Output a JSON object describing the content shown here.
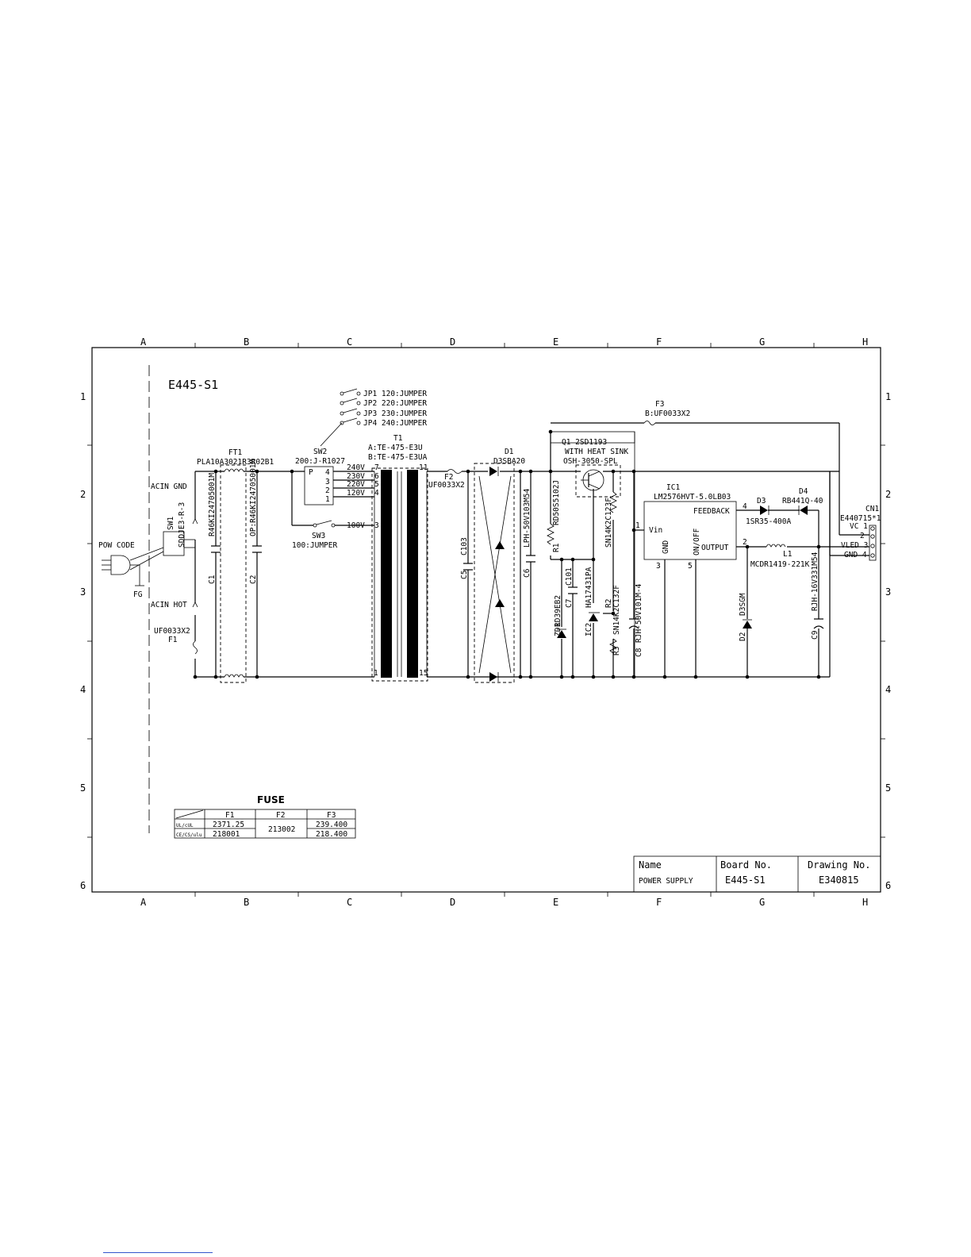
{
  "grid": {
    "columns": [
      "A",
      "B",
      "C",
      "D",
      "E",
      "F",
      "G",
      "H"
    ],
    "rows": [
      "1",
      "2",
      "3",
      "4",
      "5",
      "6"
    ]
  },
  "board_title": "E445-S1",
  "jumpers": [
    "JP1  120:JUMPER",
    "JP2  220:JUMPER",
    "JP3  230:JUMPER",
    "JP4  240:JUMPER"
  ],
  "components": {
    "f3_ref": "F3",
    "f3_val": "B:UF0033X2",
    "q1_ref": "Q1  2SD1193",
    "q1_note1": "WITH HEAT SINK",
    "q1_note2": "OSH-3050-SPL",
    "t1_ref": "T1",
    "t1_a": "A:TE-475-E3U",
    "t1_b": "B:TE-475-E3UA",
    "d1_ref": "D1",
    "d1_val": "D3SBA20",
    "sw2_ref": "SW2",
    "sw2_val": "200:J-R1027",
    "ft1_ref": "FT1",
    "ft1_val": "PLA10A3021R3R02B1",
    "acin_gnd": "ACIN GND",
    "acin_hot": "ACIN HOT",
    "sw1_ref": "SW1",
    "sw1_val": "SDDJE3-R-3",
    "pow_code": "POW CODE",
    "fg": "FG",
    "f1_val": "UF0033X2",
    "f1_ref": "F1",
    "c1_ref": "C1",
    "c1_val": "R46KI24705001M",
    "c2_ref": "C2",
    "c2_val": "OP:R46KI24705001M",
    "f2_ref": "F2",
    "f2_val": "UF0033X2",
    "sw3_ref": "SW3",
    "sw3_val": "100:JUMPER",
    "c103": "C103",
    "c5": "C5",
    "c6": "C6",
    "c6_val": "LPH-50V103M54",
    "r1": "R1",
    "r1_val": "RD50S5102J",
    "c101": "C101",
    "c7": "C7",
    "zd1": "ZD1",
    "zd1_val": "RD39EB2",
    "ic2": "IC2",
    "ic2_val": "HA17431PA",
    "r2": "R2",
    "r2_val": "SN14K2C123F",
    "r3": "R3",
    "r3_val": "SN14K2C132F",
    "c8": "C8",
    "c8_val": "RJH-50V101M-4",
    "ic1_ref": "IC1",
    "ic1_val": "LM2576HVT-5.0LB03",
    "ic1_vin": "Vin",
    "ic1_gnd": "GND",
    "ic1_onoff": "ON/OFF",
    "ic1_feedback": "FEEDBACK",
    "ic1_output": "OUTPUT",
    "d3": "D3",
    "d3_val": "1SR35-400A",
    "d4": "D4",
    "d4_val": "RB441Q-40",
    "d2": "D2",
    "d2_val": "D3SGM",
    "l1": "L1",
    "l1_val": "MCDR1419-221K",
    "c9": "C9",
    "c9_val": "RJH-16V331M54",
    "cn1": "CN1",
    "cn1_val": "E440715*1",
    "cn1_vc": "VC 1",
    "cn1_2": "2",
    "cn1_vled": "VLED 3",
    "cn1_gnd": "GND 4"
  },
  "pins": {
    "t1_240": "240V",
    "t1_230": "230V",
    "t1_220": "220V",
    "t1_120": "120V",
    "t1_100": "100V",
    "t1_p7": "7",
    "t1_p6": "6",
    "t1_p5": "5",
    "t1_p4": "4",
    "t1_p3": "3",
    "t1_p1": "1",
    "t1_p11": "11",
    "t1_p15": "15",
    "sw2_p": "P",
    "sw2_4": "4",
    "sw2_3": "3",
    "sw2_2": "2",
    "sw2_1": "1",
    "ic1_1": "1",
    "ic1_2": "2",
    "ic1_3": "3",
    "ic1_4": "4",
    "ic1_5": "5"
  },
  "fuse_table": {
    "title": "FUSE",
    "headers": [
      "F1",
      "F2",
      "F3"
    ],
    "rows": [
      {
        "label": "UL/cUL",
        "f1": "2371.25",
        "f3": "239.400"
      },
      {
        "label": "CE/CS/ulu",
        "f1": "218001",
        "f3": "218.400"
      }
    ],
    "f2_merged": "213002"
  },
  "title_block": {
    "name_label": "Name",
    "name_value": "POWER SUPPLY",
    "board_label": "Board  No.",
    "board_value": "E445-S1",
    "drawing_label": "Drawing  No.",
    "drawing_value": "E340815"
  }
}
